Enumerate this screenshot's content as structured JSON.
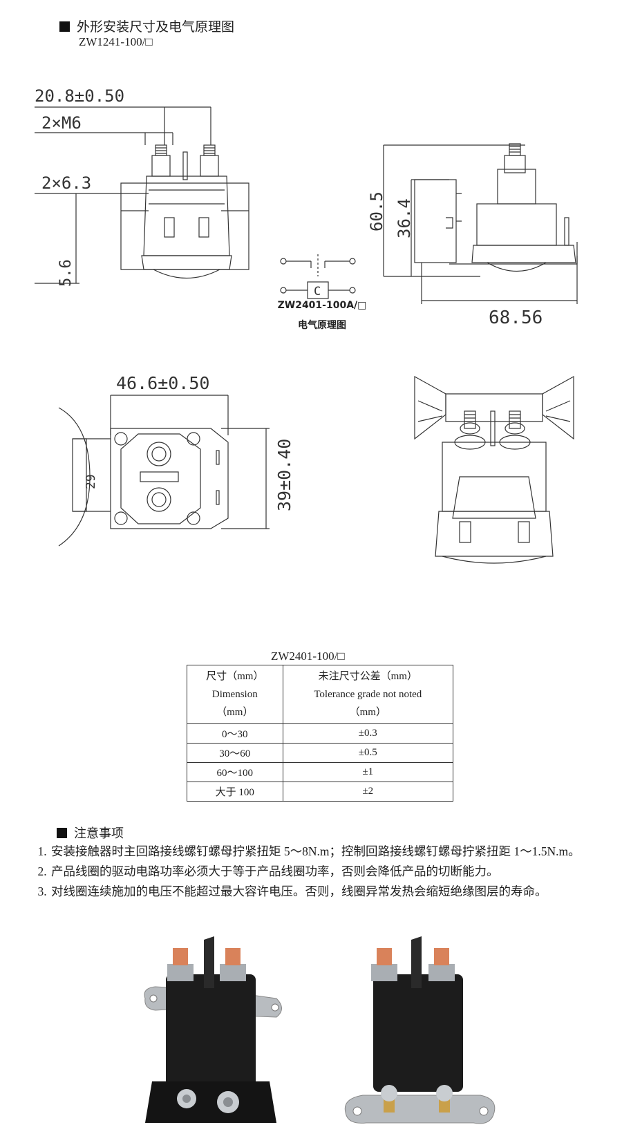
{
  "header": {
    "title": "外形安装尺寸及电气原理图",
    "model": "ZW1241-100/□"
  },
  "front_view": {
    "dim_pitch": "20.8±0.50",
    "dim_thread": "2×M6",
    "dim_tab": "2×6.3",
    "dim_height": "5.6"
  },
  "side_view": {
    "dim_height_total": "60.5",
    "dim_height_bracket": "36.4",
    "dim_width": "68.56"
  },
  "schematic": {
    "coil_label": "C",
    "model": "ZW2401-100A/□",
    "caption": "电气原理图"
  },
  "bottom_view": {
    "dim_width": "46.6±0.50",
    "dim_depth": "39±0.40",
    "dim_bracket": "29"
  },
  "table": {
    "title": "ZW2401-100/□",
    "header_col1": [
      "尺寸（mm）",
      "Dimension",
      "（mm）"
    ],
    "header_col2": [
      "未注尺寸公差（mm）",
      "Tolerance grade not noted",
      "（mm）"
    ],
    "rows": [
      [
        "0～30",
        "±0.3"
      ],
      [
        "30～60",
        "±0.5"
      ],
      [
        "60～100",
        "±1"
      ],
      [
        "大于 100",
        "±2"
      ]
    ]
  },
  "notes": {
    "title": "注意事项",
    "items": [
      "安装接触器时主回路接线螺钉螺母拧紧扭矩 5～8N.m；控制回路接线螺钉螺母拧紧扭距 1～1.5N.m。",
      "产品线圈的驱动电路功率必须大于等于产品线圈功率，否则会降低产品的切断能力。",
      "对线圈连续施加的电压不能超过最大容许电压。否则，线圈异常发热会缩短绝缘图层的寿命。"
    ]
  },
  "colors": {
    "ink": "#222222",
    "copper": "#d9825a",
    "body_black": "#1c1c1c",
    "steel": "#b8bcc0"
  }
}
